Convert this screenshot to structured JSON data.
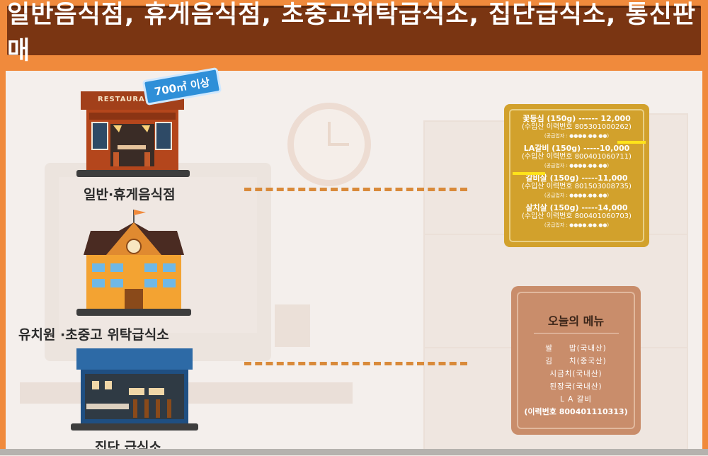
{
  "header": {
    "title": "일반음식점, 휴게음식점, 초중고위탁급식소, 집단급식소, 통신판매"
  },
  "restaurant": {
    "sign": "RESTAURANT",
    "badge": "700㎡ 이상",
    "label": "일반·휴게음식점"
  },
  "school": {
    "label": "유치원 ·초중고 위탁급식소"
  },
  "cafeteria": {
    "label": "집단 급식소"
  },
  "price_card": {
    "items": [
      {
        "main": "꽃등심 (150g) ------ 12,000",
        "origin": "(수입산 이력번호 805301000262)",
        "supply": "(공급업자 : ●●●●.●●.●●)"
      },
      {
        "main": "LA갈비 (150g) -----10,000",
        "origin": "(수입산 이력번호 800401060711)",
        "supply": "(공급업자 : ●●●●.●●.●●)"
      },
      {
        "main": "갈비살 (150g) -----11,000",
        "origin": "(수입산 이력번호 801503008735)",
        "supply": "(공급업자 : ●●●●.●●.●●)"
      },
      {
        "main": "살치살 (150g) -----14,000",
        "origin": "(수입산 이력번호 800401060703)",
        "supply": "(공급업자 : ●●●●.●●.●●)"
      }
    ],
    "color": "#d2a12c",
    "highlight_color": "#ffe31a"
  },
  "menu_card": {
    "title": "오늘의 메뉴",
    "items": [
      "쌀　　밥(국내산)",
      "김　　치(중국산)",
      "시금치(국내산)",
      "된장국(국내산)",
      "L A 갈비"
    ],
    "trace": "(이력번호 800401110313)",
    "color": "#c98d6b"
  },
  "colors": {
    "frame": "#f08a3c",
    "header": "#7a3512",
    "dash": "#d98a3a"
  }
}
